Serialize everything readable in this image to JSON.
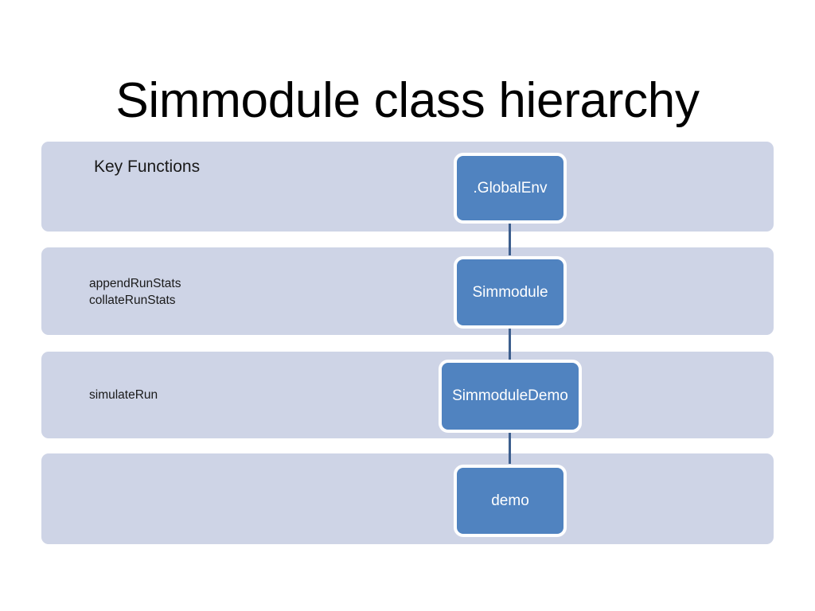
{
  "slide": {
    "title": "Simmodule class hierarchy"
  },
  "diagram": {
    "type": "hierarchy",
    "bands": [
      {
        "id": "band-globalenv",
        "label": "Key Functions",
        "label_style": "heading",
        "node": ".GlobalEnv"
      },
      {
        "id": "band-simmodule",
        "label": "appendRunStats\ncollateRunStats",
        "label_style": "list",
        "node": "Simmodule"
      },
      {
        "id": "band-simmoduledemo",
        "label": "simulateRun",
        "label_style": "list",
        "node": "SimmoduleDemo"
      },
      {
        "id": "band-demo",
        "label": "",
        "label_style": "list",
        "node": "demo"
      }
    ],
    "connectors": [
      {
        "from": ".GlobalEnv",
        "to": "Simmodule"
      },
      {
        "from": "Simmodule",
        "to": "SimmoduleDemo"
      },
      {
        "from": "SimmoduleDemo",
        "to": "demo"
      }
    ],
    "colors": {
      "band_background": "#ced4e6",
      "node_fill": "#5083c0",
      "node_border": "#ffffff",
      "node_text": "#ffffff",
      "connector": "#3c5e8d",
      "page_background": "#ffffff",
      "title_text": "#000000"
    }
  }
}
